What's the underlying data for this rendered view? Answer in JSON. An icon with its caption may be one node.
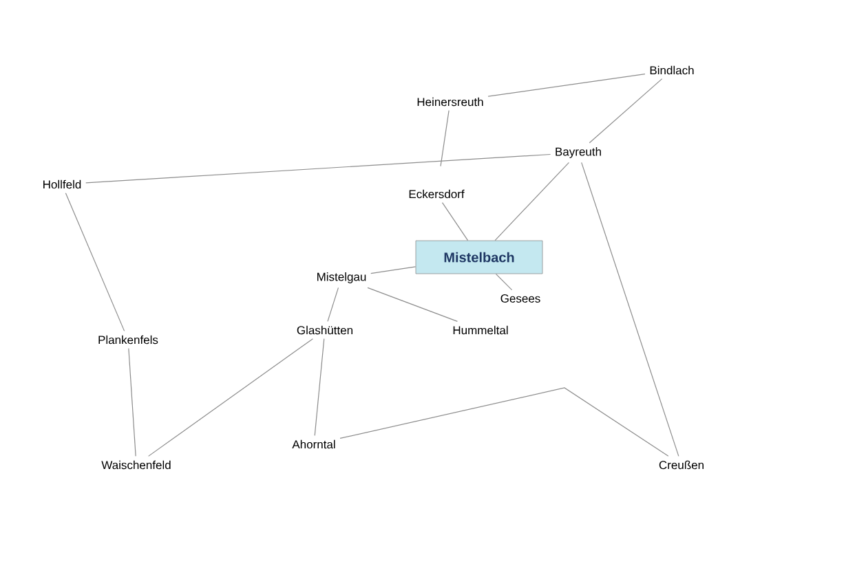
{
  "diagram": {
    "nodes": [
      {
        "text": [
          "Bindlach"
        ]
      },
      {
        "text": [
          "Heinersreuth"
        ]
      },
      {
        "text": [
          "Bayreuth"
        ]
      },
      {
        "text": [
          "Hollfeld"
        ]
      },
      {
        "text": [
          "Eckersdorf"
        ]
      },
      {
        "text": [
          "Mistelbach"
        ]
      },
      {
        "text": [
          "Mistelgau"
        ]
      },
      {
        "text": [
          "Gesees"
        ]
      },
      {
        "text": [
          "Plankenfels"
        ]
      },
      {
        "text": [
          "Glashütten"
        ]
      },
      {
        "text": [
          "Hummeltal"
        ]
      },
      {
        "text": [
          "Ahorntal"
        ]
      },
      {
        "text": [
          "Waischenfeld"
        ]
      },
      {
        "text": [
          "Creußen"
        ]
      }
    ],
    "edges": [
      {
        "from": 1,
        "to": 0,
        "arrow": "none"
      },
      {
        "from": 0,
        "to": 2,
        "arrow": "none"
      },
      {
        "from": 3,
        "to": 2,
        "arrow": "none"
      },
      {
        "from": 1,
        "to": 4,
        "arrow": "none"
      },
      {
        "from": 2,
        "to": 5,
        "arrow": "none"
      },
      {
        "from": 2,
        "to": 13,
        "arrow": "none"
      },
      {
        "from": 4,
        "to": 5,
        "arrow": "none"
      },
      {
        "from": 5,
        "to": 7,
        "arrow": "none"
      },
      {
        "from": 6,
        "to": 5,
        "arrow": "none"
      },
      {
        "from": 6,
        "to": 10,
        "arrow": "none"
      },
      {
        "from": 6,
        "to": 9,
        "arrow": "none"
      },
      {
        "from": 9,
        "to": 12,
        "arrow": "none"
      },
      {
        "from": 9,
        "to": 11,
        "arrow": "none"
      },
      {
        "from": 11,
        "to": 13,
        "arrow": "none"
      },
      {
        "from": 3,
        "to": 8,
        "arrow": "none"
      },
      {
        "from": 8,
        "to": 12,
        "arrow": "none"
      }
    ]
  }
}
